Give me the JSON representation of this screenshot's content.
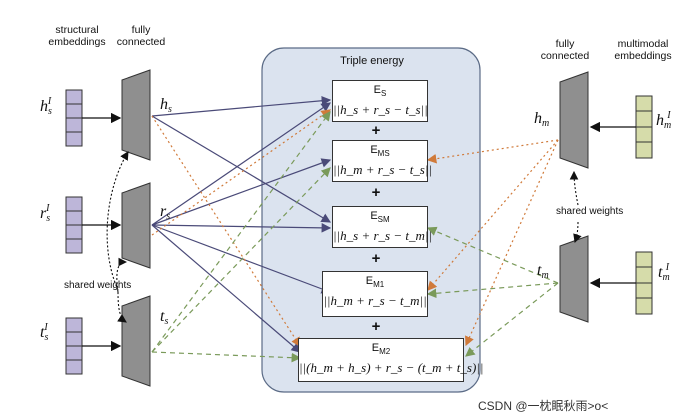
{
  "headers": {
    "structural": "structural\nembeddings",
    "fc_left": "fully\nconnected",
    "fc_right": "fully\nconnected",
    "multimodal": "multimodal\nembeddings"
  },
  "inputs": {
    "h": "h",
    "r": "r",
    "t": "t",
    "s": "s",
    "prime": "I",
    "m": "m"
  },
  "panel_title": "Triple energy",
  "energies": [
    {
      "name": "E",
      "sub": "S",
      "formula": "||h_s + r_s − t_s||"
    },
    {
      "name": "E",
      "sub": "MS",
      "formula": "||h_m + r_s − t_s||"
    },
    {
      "name": "E",
      "sub": "SM",
      "formula": "||h_s + r_s − t_m||"
    },
    {
      "name": "E",
      "sub": "M1",
      "formula": "||h_m + r_s − t_m||"
    },
    {
      "name": "E",
      "sub": "M2",
      "formula": "||(h_m + h_s) + r_s − (t_m + t_s)||"
    }
  ],
  "plus": "+",
  "shared_left": "shared weights",
  "shared_right": "shared weights",
  "watermark": "CSDN @一枕眠秋雨>o<",
  "colors": {
    "panel_fill": "#dbe3ef",
    "panel_stroke": "#5b6b86",
    "trapezoid": "#8f8f8f",
    "cell_struct": "#bdb6d9",
    "cell_multi": "#d6dcaa",
    "solid_arrow": "#4a4a78",
    "dotted_orange": "#d07a3a",
    "dashed_green": "#7a9a5a"
  }
}
